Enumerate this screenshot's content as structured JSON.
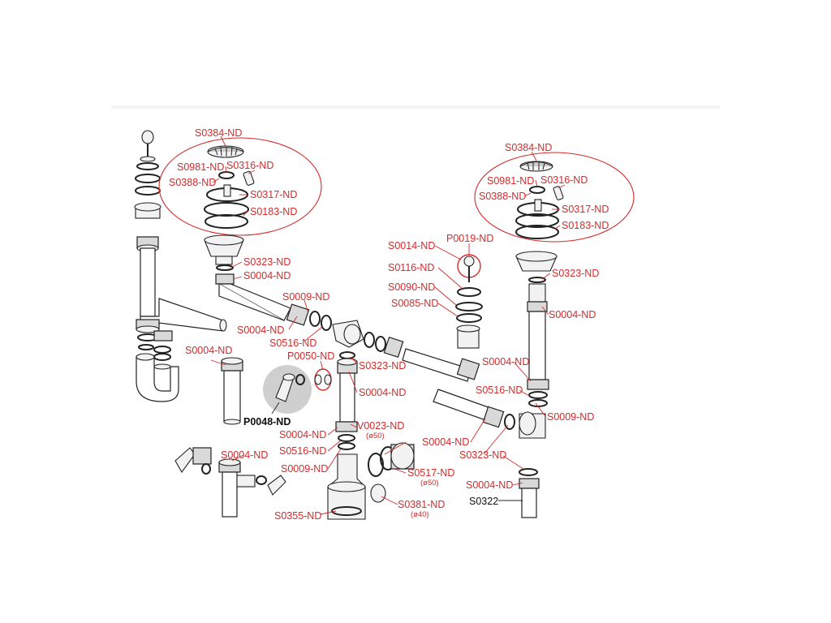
{
  "parts": {
    "s0384_left": "S0384-ND",
    "s0981_left": "S0981-ND",
    "s0316_left": "S0316-ND",
    "s0388_left": "S0388-ND",
    "s0317_left": "S0317-ND",
    "s0183_left": "S0183-ND",
    "s0323_a": "S0323-ND",
    "s0004_a": "S0004-ND",
    "s0009_a": "S0009-ND",
    "s0004_b": "S0004-ND",
    "s0516_a": "S0516-ND",
    "p0050": "P0050-ND",
    "s0323_b": "S0323-ND",
    "s0004_c": "S0004-ND",
    "s0004_d": "S0004-ND",
    "p0048": "P0048-ND",
    "s0004_e": "S0004-ND",
    "v0023": "V0023-ND",
    "v0023_size": "(ø50)",
    "s0516_b": "S0516-ND",
    "s0009_b": "S0009-ND",
    "s0517": "S0517-ND",
    "s0517_size": "(ø50)",
    "s0004_f": "S0004-ND",
    "s0381": "S0381-ND",
    "s0381_size": "(ø40)",
    "s0355": "S0355-ND",
    "s0014": "S0014-ND",
    "p0019": "P0019-ND",
    "s0116": "S0116-ND",
    "s0090": "S0090-ND",
    "s0085": "S0085-ND",
    "s0384_right": "S0384-ND",
    "s0981_right": "S0981-ND",
    "s0316_right": "S0316-ND",
    "s0388_right": "S0388-ND",
    "s0317_right": "S0317-ND",
    "s0183_right": "S0183-ND",
    "s0323_c": "S0323-ND",
    "s0004_g": "S0004-ND",
    "s0004_h": "S0004-ND",
    "s0516_c": "S0516-ND",
    "s0009_c": "S0009-ND",
    "s0004_i": "S0004-ND",
    "s0323_d": "S0323-ND",
    "s0004_j": "S0004-ND",
    "s0322": "S0322"
  },
  "colors": {
    "label": "#d42a2a",
    "line": "#222222",
    "highlight": "#cfcfcf"
  }
}
